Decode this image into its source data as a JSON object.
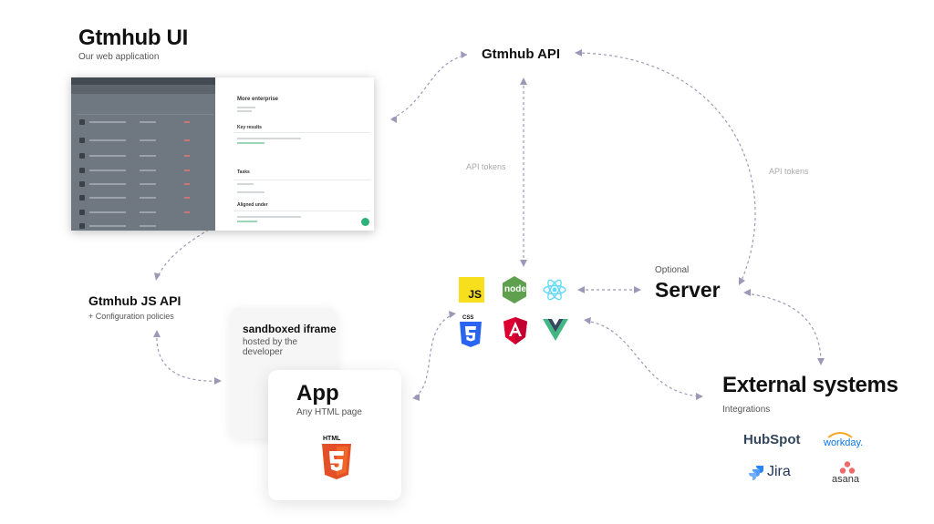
{
  "gtmhub_ui": {
    "title": "Gtmhub UI",
    "subtitle": "Our web application"
  },
  "screenshot": {
    "panel_title": "More enterprise",
    "key_results": "Key results",
    "tasks": "Tasks",
    "aligned_under": "Aligned under"
  },
  "gtmhub_api": {
    "title": "Gtmhub API"
  },
  "api_tokens_left": "API tokens",
  "api_tokens_right": "API tokens",
  "js_api": {
    "title": "Gtmhub JS API",
    "subtitle": "+ Configuration policies"
  },
  "iframe": {
    "title": "sandboxed iframe",
    "subtitle": "hosted by the developer"
  },
  "app": {
    "title": "App",
    "subtitle": "Any HTML page",
    "html_badge": "HTML"
  },
  "server": {
    "optional": "Optional",
    "title": "Server"
  },
  "tech_logos": {
    "js": "JS",
    "node": "node",
    "css": "CSS"
  },
  "external": {
    "title": "External systems",
    "subtitle": "Integrations",
    "brands": [
      "HubSpot",
      "workday.",
      "Jira",
      "asana"
    ]
  },
  "colors": {
    "arrow": "#9a9ab8",
    "js": "#f7df1e",
    "node": "#5fa04e",
    "react": "#61dafb",
    "css": "#2965f1",
    "angular": "#dd0031",
    "vue": "#41b883",
    "html5": "#e34f26",
    "hubspot": "#ff7a59",
    "jira": "#2684ff",
    "asana": "#f06a6a",
    "workday": "#0875e1"
  }
}
